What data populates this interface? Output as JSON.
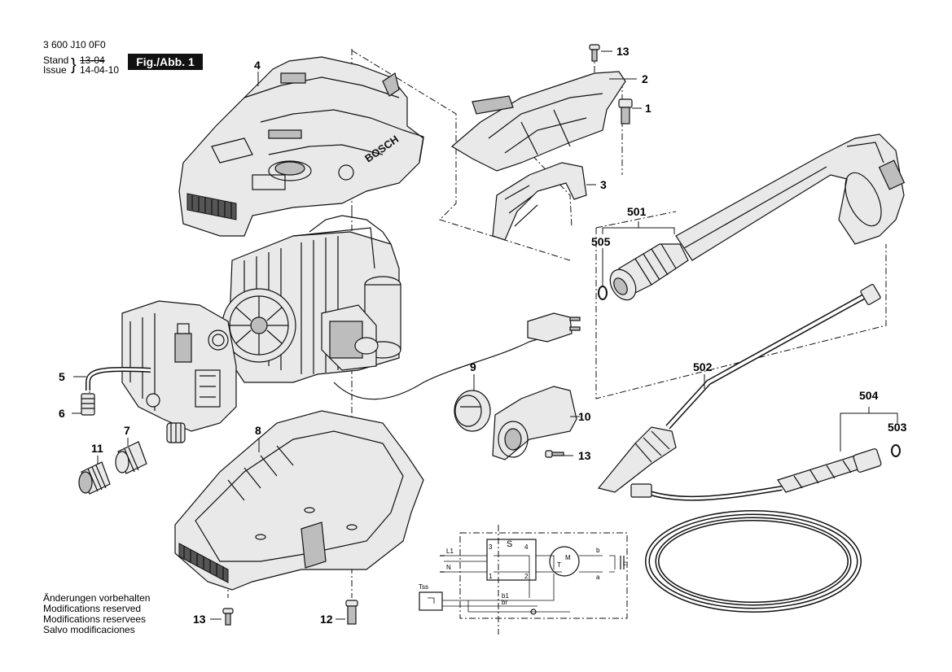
{
  "header": {
    "part_number": "3 600 J10 0F0",
    "stand_label": "Stand",
    "stand_value": "13-04",
    "issue_label": "Issue",
    "issue_value": "14-04-10",
    "fig_label": "Fig./Abb. 1"
  },
  "footer_notes": [
    "Änderungen vorbehalten",
    "Modifications reserved",
    "Modifications reservees",
    "Salvo modificaciones"
  ],
  "brand_on_housing": "BOSCH",
  "part_labels": {
    "p1": "1",
    "p2": "2",
    "p3": "3",
    "p4": "4",
    "p5": "5",
    "p6": "6",
    "p7": "7",
    "p8": "8",
    "p9": "9",
    "p10": "10",
    "p11": "11",
    "p12": "12",
    "p13_top": "13",
    "p13_mid": "13",
    "p13_bottom": "13",
    "p501": "501",
    "p502": "502",
    "p503": "503",
    "p504": "504",
    "p505": "505"
  },
  "schematic": {
    "switch_label": "S",
    "tss_label": "Tss",
    "l1": "L1",
    "n": "N",
    "t1": "3",
    "t2": "4",
    "t3": "1",
    "t4": "2",
    "b": "b",
    "a": "a",
    "c": "c",
    "m": "M",
    "t": "T",
    "b1": "b1",
    "br": "br"
  }
}
